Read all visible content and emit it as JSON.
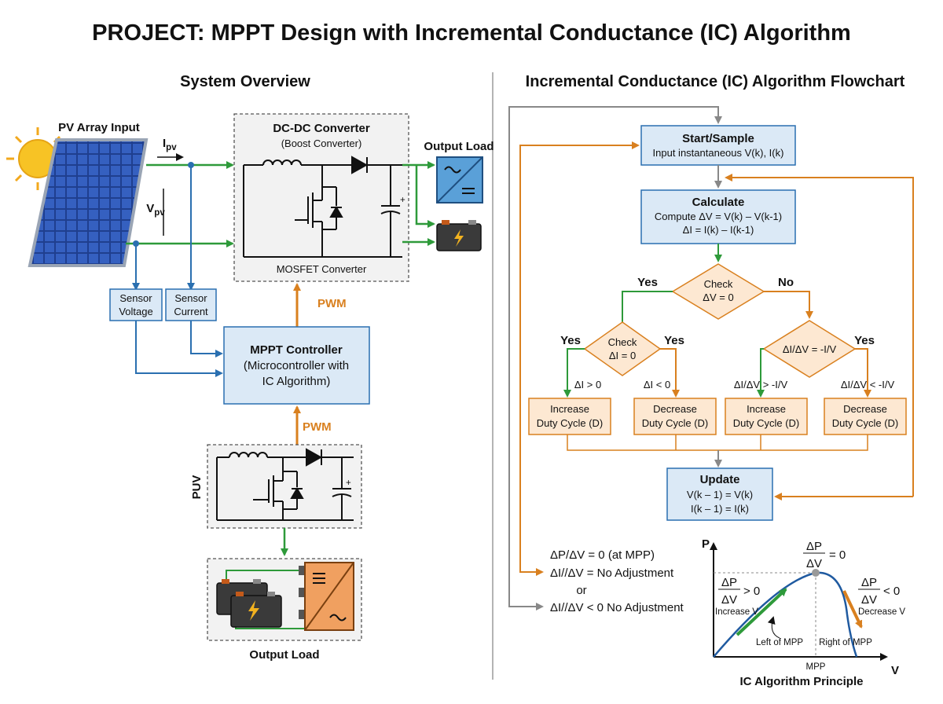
{
  "title": "PROJECT: MPPT Design with Incremental Conductance (IC) Algorithm",
  "left": {
    "heading": "System Overview",
    "pv_label": "PV Array Input",
    "ipv": "I",
    "ipv_sub": "pv",
    "vpv": "V",
    "vpv_sub": "pv",
    "converter_title": "DC-DC Converter",
    "converter_subtitle": "(Boost Converter)",
    "converter_footer": "MOSFET Converter",
    "output_load_top": "Output Load",
    "sensor_voltage": [
      "Sensor",
      "Voltage"
    ],
    "sensor_current": [
      "Sensor",
      "Current"
    ],
    "pwm_top": "PWM",
    "controller": [
      "MPPT Controller",
      "(Microcontroller with",
      "IC Algorithm)"
    ],
    "pwm_bottom": "PWM",
    "puv_label": "PUV",
    "output_load_bottom": "Output Load"
  },
  "right": {
    "heading": "Incremental Conductance (IC) Algorithm Flowchart",
    "start": [
      "Start/Sample",
      "Input instantaneous V(k), I(k)"
    ],
    "calculate": [
      "Calculate",
      "Compute ΔV = V(k) – V(k-1)",
      "ΔI = I(k) – I(k-1)"
    ],
    "check_dv": [
      "Check",
      "ΔV = 0"
    ],
    "yes1": "Yes",
    "no1": "No",
    "check_di": [
      "Check",
      "ΔI = 0"
    ],
    "yes_left": "Yes",
    "yes_mid": "Yes",
    "didv_check": "ΔI/ΔV = -I/V",
    "yes_right": "Yes",
    "di_gt": "ΔI > 0",
    "di_lt": "ΔI < 0",
    "didv_gt": "ΔI/ΔV > -I/V",
    "didv_lt": "ΔI/ΔV < -I/V",
    "box1": [
      "Increase",
      "Duty Cycle (D)"
    ],
    "box2": [
      "Decrease",
      "Duty Cycle (D)"
    ],
    "box3": [
      "Increase",
      "Duty Cycle (D)"
    ],
    "box4": [
      "Decrease",
      "Duty Cycle (D)"
    ],
    "update": [
      "Update",
      "V(k – 1) = V(k)",
      "I(k – 1) = I(k)"
    ],
    "notes": [
      "ΔP/ΔV = 0 (at MPP)",
      "ΔI//ΔV = No Adjustment",
      "or",
      "ΔI//ΔV < 0 No Adjustment"
    ]
  },
  "graph": {
    "p_axis": "P",
    "v_axis": "V",
    "top_frac_num": "ΔP",
    "top_frac_den": "ΔV",
    "top_eq": "= 0",
    "left_frac_num": "ΔP",
    "left_frac_den": "ΔV",
    "left_eq": "> 0",
    "left_caption": "Increase V",
    "right_frac_num": "ΔP",
    "right_frac_den": "ΔV",
    "right_eq": "< 0",
    "right_caption": "Decrease V",
    "left_mpp": "Left of MPP",
    "right_mpp": "Right of MPP",
    "mpp": "MPP",
    "caption": "IC Algorithm Principle"
  },
  "colors": {
    "green": "#2e9a3a",
    "blue": "#2a6fb0",
    "orange": "#d9801f",
    "box_blue": "#dbe9f6",
    "box_orange": "#fde8d2",
    "gray": "#888888"
  }
}
